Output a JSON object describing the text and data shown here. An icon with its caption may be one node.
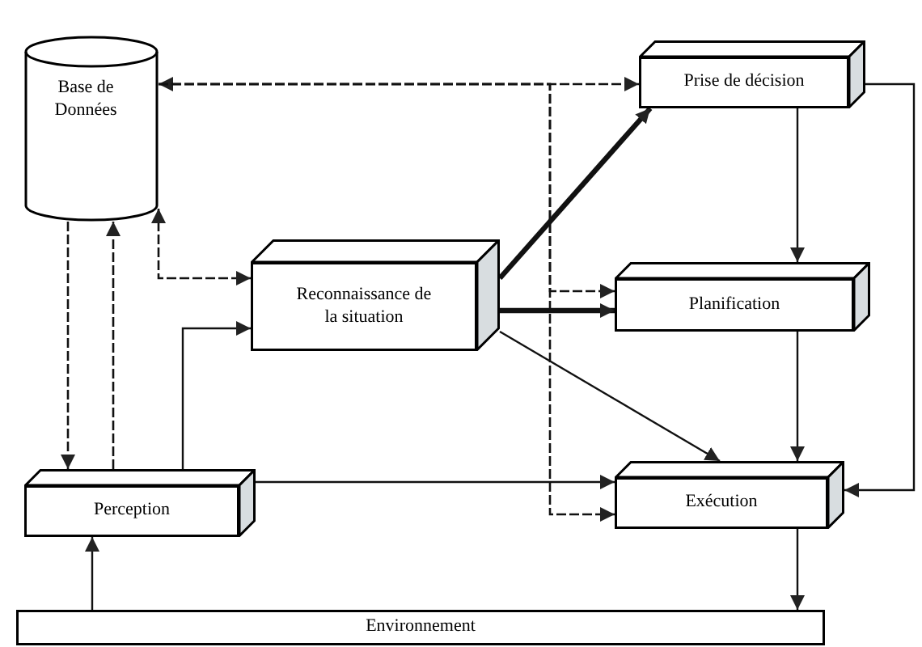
{
  "diagram": {
    "nodes": [
      {
        "text": [
          "Base de Données"
        ]
      },
      {
        "text": [
          "Prise de décision"
        ]
      },
      {
        "text": [
          "Reconnaissance de la situation"
        ]
      },
      {
        "text": [
          "Planification"
        ]
      },
      {
        "text": [
          "Perception"
        ]
      },
      {
        "text": [
          "Exécution"
        ]
      },
      {
        "text": [
          "Environnement"
        ]
      }
    ],
    "edges": [
      {
        "from": 0,
        "to": 1,
        "arrow": "both",
        "style": "dashed"
      },
      {
        "from": 0,
        "to": 3,
        "arrow": "to",
        "style": "dashed"
      },
      {
        "from": 0,
        "to": 5,
        "arrow": "to",
        "style": "dashed"
      },
      {
        "from": 0,
        "to": 2,
        "arrow": "both",
        "style": "dashed"
      },
      {
        "from": 0,
        "to": 4,
        "arrow": "to",
        "style": "dashed"
      },
      {
        "from": 4,
        "to": 0,
        "arrow": "to",
        "style": "dashed"
      },
      {
        "from": 4,
        "to": 2,
        "arrow": "to"
      },
      {
        "from": 4,
        "to": 5,
        "arrow": "to"
      },
      {
        "from": 2,
        "to": 1,
        "arrow": "to",
        "style": "thick"
      },
      {
        "from": 2,
        "to": 3,
        "arrow": "to",
        "style": "thick"
      },
      {
        "from": 2,
        "to": 5,
        "arrow": "to"
      },
      {
        "from": 1,
        "to": 3,
        "arrow": "to"
      },
      {
        "from": 3,
        "to": 5,
        "arrow": "to"
      },
      {
        "from": 1,
        "to": 5,
        "arrow": "to"
      },
      {
        "from": 5,
        "to": 6,
        "arrow": "to"
      },
      {
        "from": 6,
        "to": 4,
        "arrow": "to"
      }
    ]
  }
}
